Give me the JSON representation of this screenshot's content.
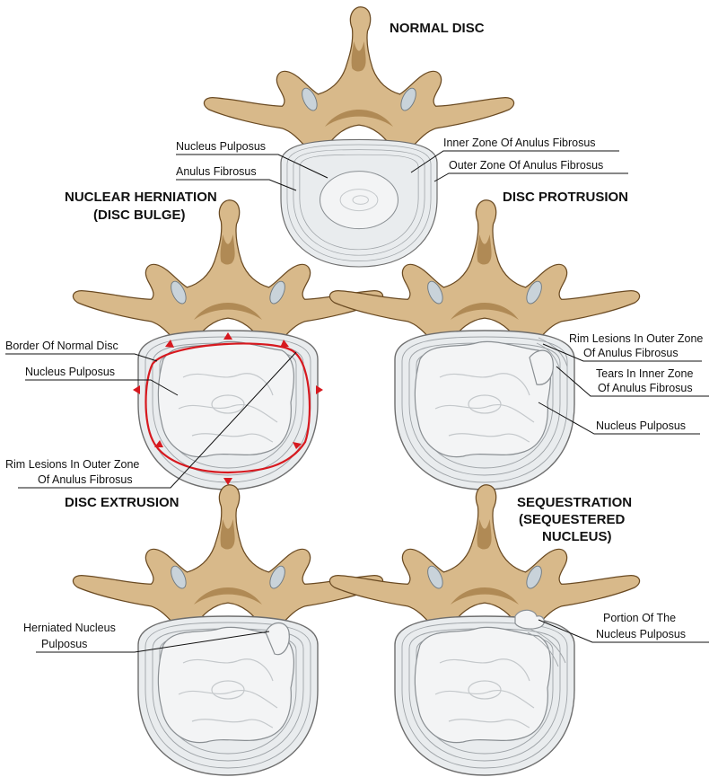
{
  "panels": {
    "normal": {
      "title": "NORMAL DISC",
      "labels": {
        "nucleus": "Nucleus Pulposus",
        "anulus": "Anulus Fibrosus",
        "inner_zone": "Inner Zone Of Anulus Fibrosus",
        "outer_zone": "Outer Zone Of Anulus Fibrosus"
      }
    },
    "herniation": {
      "title_line1": "NUCLEAR HERNIATION",
      "title_line2": "(DISC BULGE)",
      "labels": {
        "border": "Border Of Normal Disc",
        "nucleus": "Nucleus Pulposus",
        "rim_line1": "Rim Lesions In Outer Zone",
        "rim_line2": "Of Anulus Fibrosus"
      }
    },
    "protrusion": {
      "title": "DISC PROTRUSION",
      "labels": {
        "rim_line1": "Rim Lesions In Outer Zone",
        "rim_line2": "Of Anulus Fibrosus",
        "tears_line1": "Tears In Inner Zone",
        "tears_line2": "Of Anulus Fibrosus",
        "nucleus": "Nucleus Pulposus"
      }
    },
    "extrusion": {
      "title": "DISC EXTRUSION",
      "labels": {
        "herniated_line1": "Herniated Nucleus",
        "herniated_line2": "Pulposus"
      }
    },
    "sequestration": {
      "title_line1": "SEQUESTRATION",
      "title_line2": "(SEQUESTERED",
      "title_line3": "NUCLEUS)",
      "labels": {
        "portion_line1": "Portion Of The",
        "portion_line2": "Nucleus Pulposus"
      }
    }
  },
  "colors": {
    "bone": "#d8b98a",
    "disc": "#e9ecee",
    "nucleus": "#f3f4f5",
    "bulge_outline": "#d7191f"
  }
}
